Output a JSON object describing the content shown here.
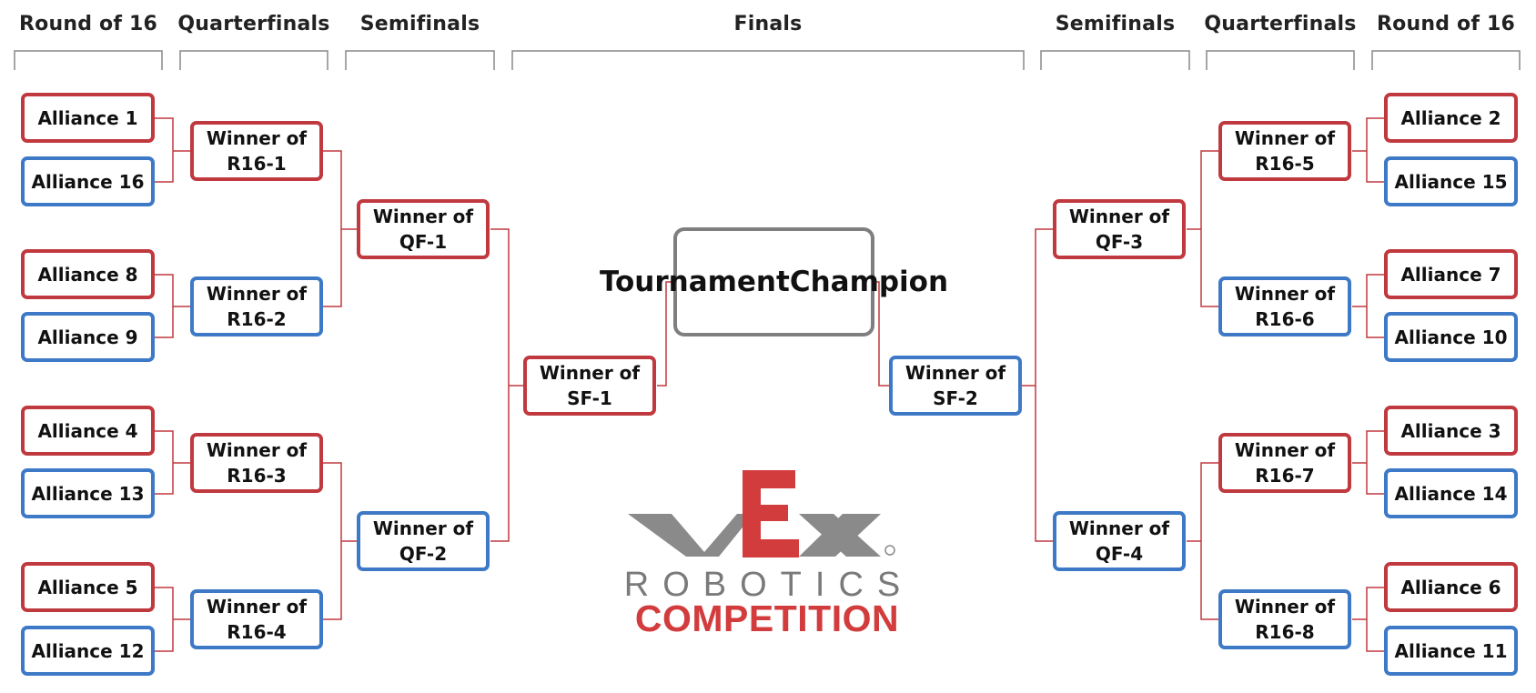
{
  "headers": {
    "r16_left": "Round of 16",
    "qf_left": "Quarterfinals",
    "sf_left": "Semifinals",
    "finals": "Finals",
    "sf_right": "Semifinals",
    "qf_right": "Quarterfinals",
    "r16_right": "Round of 16"
  },
  "alliances_left": [
    "Alliance 1",
    "Alliance 16",
    "Alliance 8",
    "Alliance 9",
    "Alliance 4",
    "Alliance 13",
    "Alliance 5",
    "Alliance 12"
  ],
  "alliances_right": [
    "Alliance 2",
    "Alliance 15",
    "Alliance 7",
    "Alliance 10",
    "Alliance 3",
    "Alliance 14",
    "Alliance 6",
    "Alliance 11"
  ],
  "qf_left": [
    {
      "l1": "Winner of",
      "l2": "R16-1"
    },
    {
      "l1": "Winner of",
      "l2": "R16-2"
    },
    {
      "l1": "Winner of",
      "l2": "R16-3"
    },
    {
      "l1": "Winner of",
      "l2": "R16-4"
    }
  ],
  "qf_right": [
    {
      "l1": "Winner of",
      "l2": "R16-5"
    },
    {
      "l1": "Winner of",
      "l2": "R16-6"
    },
    {
      "l1": "Winner of",
      "l2": "R16-7"
    },
    {
      "l1": "Winner of",
      "l2": "R16-8"
    }
  ],
  "sf_left": [
    {
      "l1": "Winner of",
      "l2": "QF-1"
    },
    {
      "l1": "Winner of",
      "l2": "QF-2"
    }
  ],
  "sf_right": [
    {
      "l1": "Winner of",
      "l2": "QF-3"
    },
    {
      "l1": "Winner of",
      "l2": "QF-4"
    }
  ],
  "finals": {
    "left": {
      "l1": "Winner of",
      "l2": "SF-1"
    },
    "right": {
      "l1": "Winner of",
      "l2": "SF-2"
    },
    "champion": {
      "l1": "Tournament",
      "l2": "Champion"
    }
  },
  "logo": {
    "brand": "VEX",
    "line1": "ROBOTICS",
    "line2": "COMPETITION"
  },
  "colors": {
    "red": "#c0393f",
    "blue": "#3d79c6",
    "grey": "#7f7f7f",
    "line": "#c0393f",
    "header_bracket": "#888888"
  }
}
